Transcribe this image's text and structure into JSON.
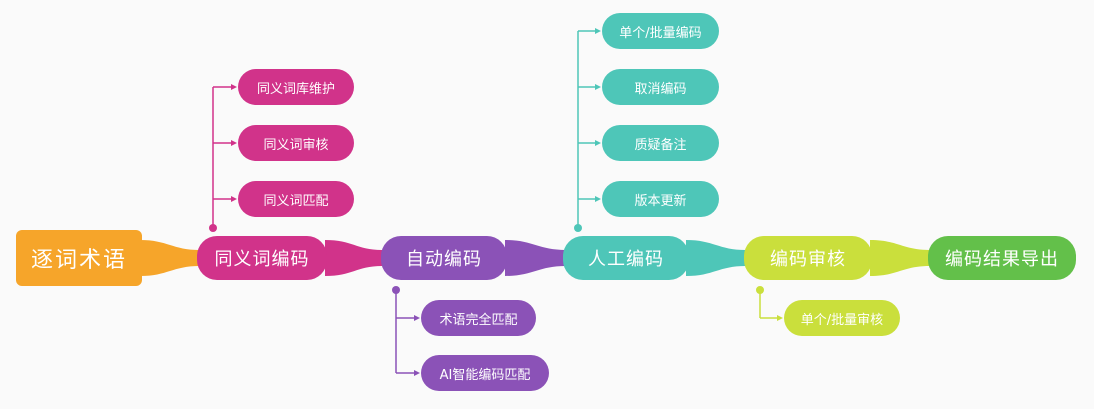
{
  "colors": {
    "root": "#f6a52a",
    "synonym": "#d1338a",
    "auto": "#8b52b7",
    "manual": "#4ec6b8",
    "review": "#cadf3c",
    "export": "#63c04a"
  },
  "nodes": {
    "root": "逐词术语",
    "synonym_coding": "同义词编码",
    "auto_coding": "自动编码",
    "manual_coding": "人工编码",
    "code_review": "编码审核",
    "export_results": "编码结果导出"
  },
  "synonym_children": [
    "同义词库维护",
    "同义词审核",
    "同义词匹配"
  ],
  "auto_children": [
    "术语完全匹配",
    "AI智能编码匹配"
  ],
  "manual_children": [
    "单个/批量编码",
    "取消编码",
    "质疑备注",
    "版本更新"
  ],
  "review_children": [
    "单个/批量审核"
  ]
}
